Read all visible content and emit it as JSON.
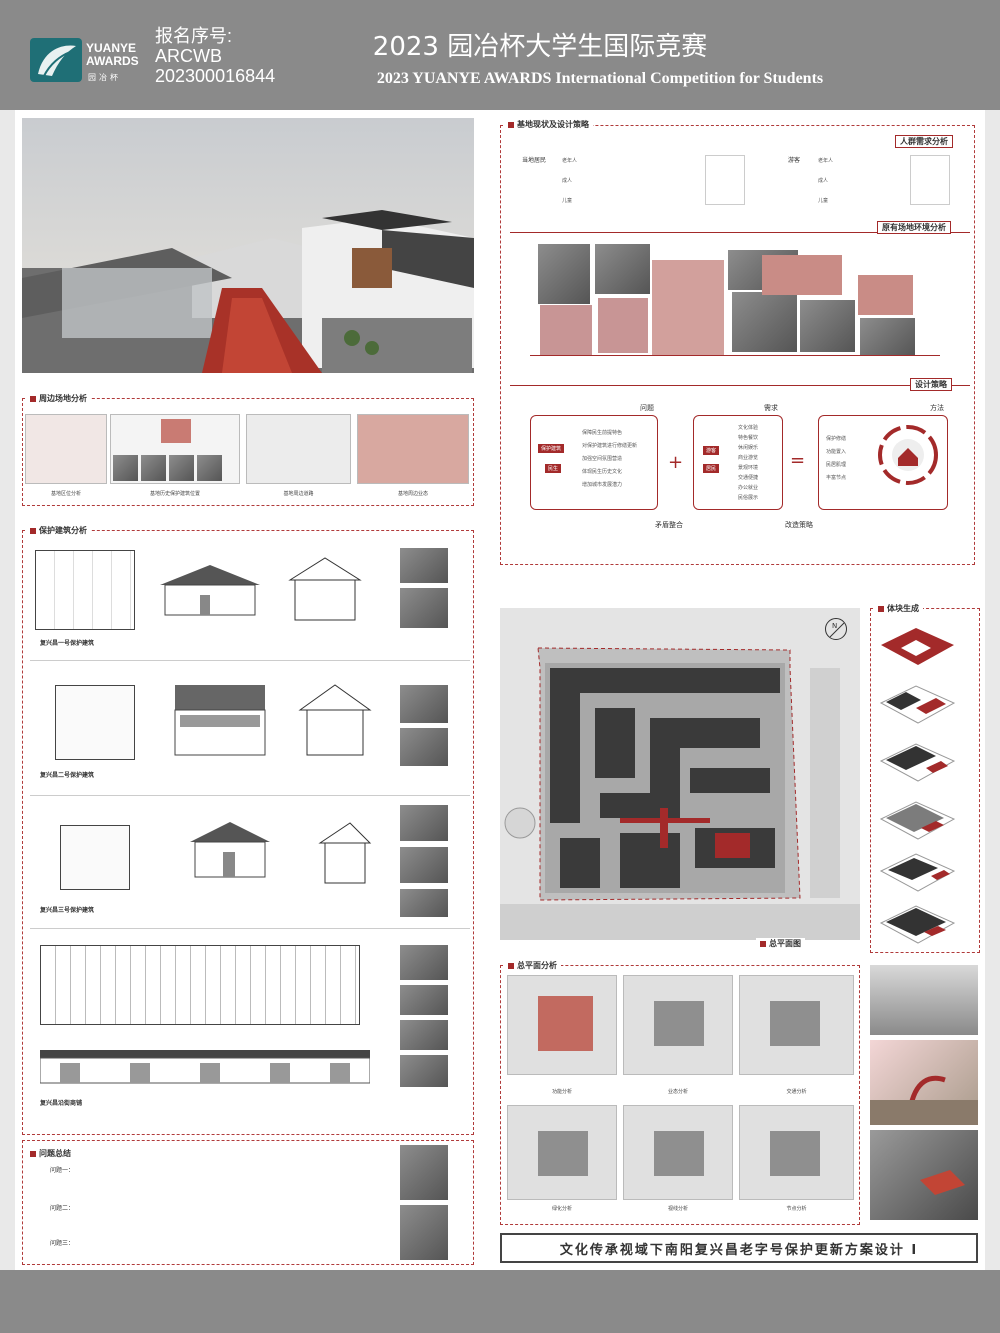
{
  "header": {
    "logo_en_1": "YUANYE",
    "logo_en_2": "AWARDS",
    "logo_cn": "园冶杯",
    "reg_label": "报名序号:",
    "reg_code": "ARCWB",
    "reg_number": "202300016844",
    "title_cn": "2023 园冶杯大学生国际竞赛",
    "title_en": "2023 YUANYE AWARDS International Competition for  Students"
  },
  "left": {
    "surroundings_title": "周边场地分析",
    "surroundings_captions": [
      "基地区位分析",
      "基地历史保护建筑位置",
      "基地周边道路",
      "基地周边业态"
    ],
    "protected_title": "保护建筑分析",
    "building1_name": "复兴昌一号保护建筑",
    "building2_name": "复兴昌二号保护建筑",
    "building3_name": "复兴昌三号保护建筑",
    "street_name": "复兴昌沿街商铺",
    "problems_title": "问题总结",
    "problem1": "问题一：",
    "problem2": "问题二：",
    "problem3": "问题三："
  },
  "right": {
    "strategy_title": "基地现状及设计策略",
    "crowd_title": "人群需求分析",
    "env_title": "原有场地环境分析",
    "design_title": "设计策略",
    "col_problem": "问题",
    "col_demand": "需求",
    "col_method": "方法",
    "label_conflict": "矛盾整合",
    "label_renewal": "改造策略",
    "residents": "当地居民",
    "visitors": "游客",
    "groups_left": [
      "老年人",
      "成人",
      "儿童"
    ],
    "groups_right": [
      "老年人",
      "成人",
      "儿童"
    ],
    "problem_items": [
      "保障民生前提特色",
      "对保护建筑进行修缮更新",
      "加强空间氛围营造",
      "体现民生历史文化",
      "增加城市发展潜力"
    ],
    "demand_items": [
      "文化体验",
      "特色餐饮",
      "休闲娱乐",
      "商业游览",
      "景观环境",
      "交通便捷",
      "办公就业",
      "民俗展示"
    ],
    "method_items": [
      "保护修缮",
      "功能置入",
      "民居肌理",
      "丰富节点"
    ],
    "tag_problem_1": "保护建筑",
    "tag_problem_2": "民生",
    "tag_demand_1": "游客",
    "tag_demand_2": "居民",
    "massing_title": "体块生成",
    "masterplan_caption": "总平面图",
    "plan_analysis_title": "总平面分析",
    "plan_analysis_captions": [
      "功能分析",
      "业态分析",
      "交通分析",
      "绿化分析",
      "视线分析",
      "节点分析"
    ],
    "bottom_title": "文化传承视域下南阳复兴昌老字号保护更新方案设计 I"
  },
  "colors": {
    "accent": "#a32a2a",
    "header_bg": "#8a8a8a",
    "logo_bg": "#1f6f76"
  }
}
